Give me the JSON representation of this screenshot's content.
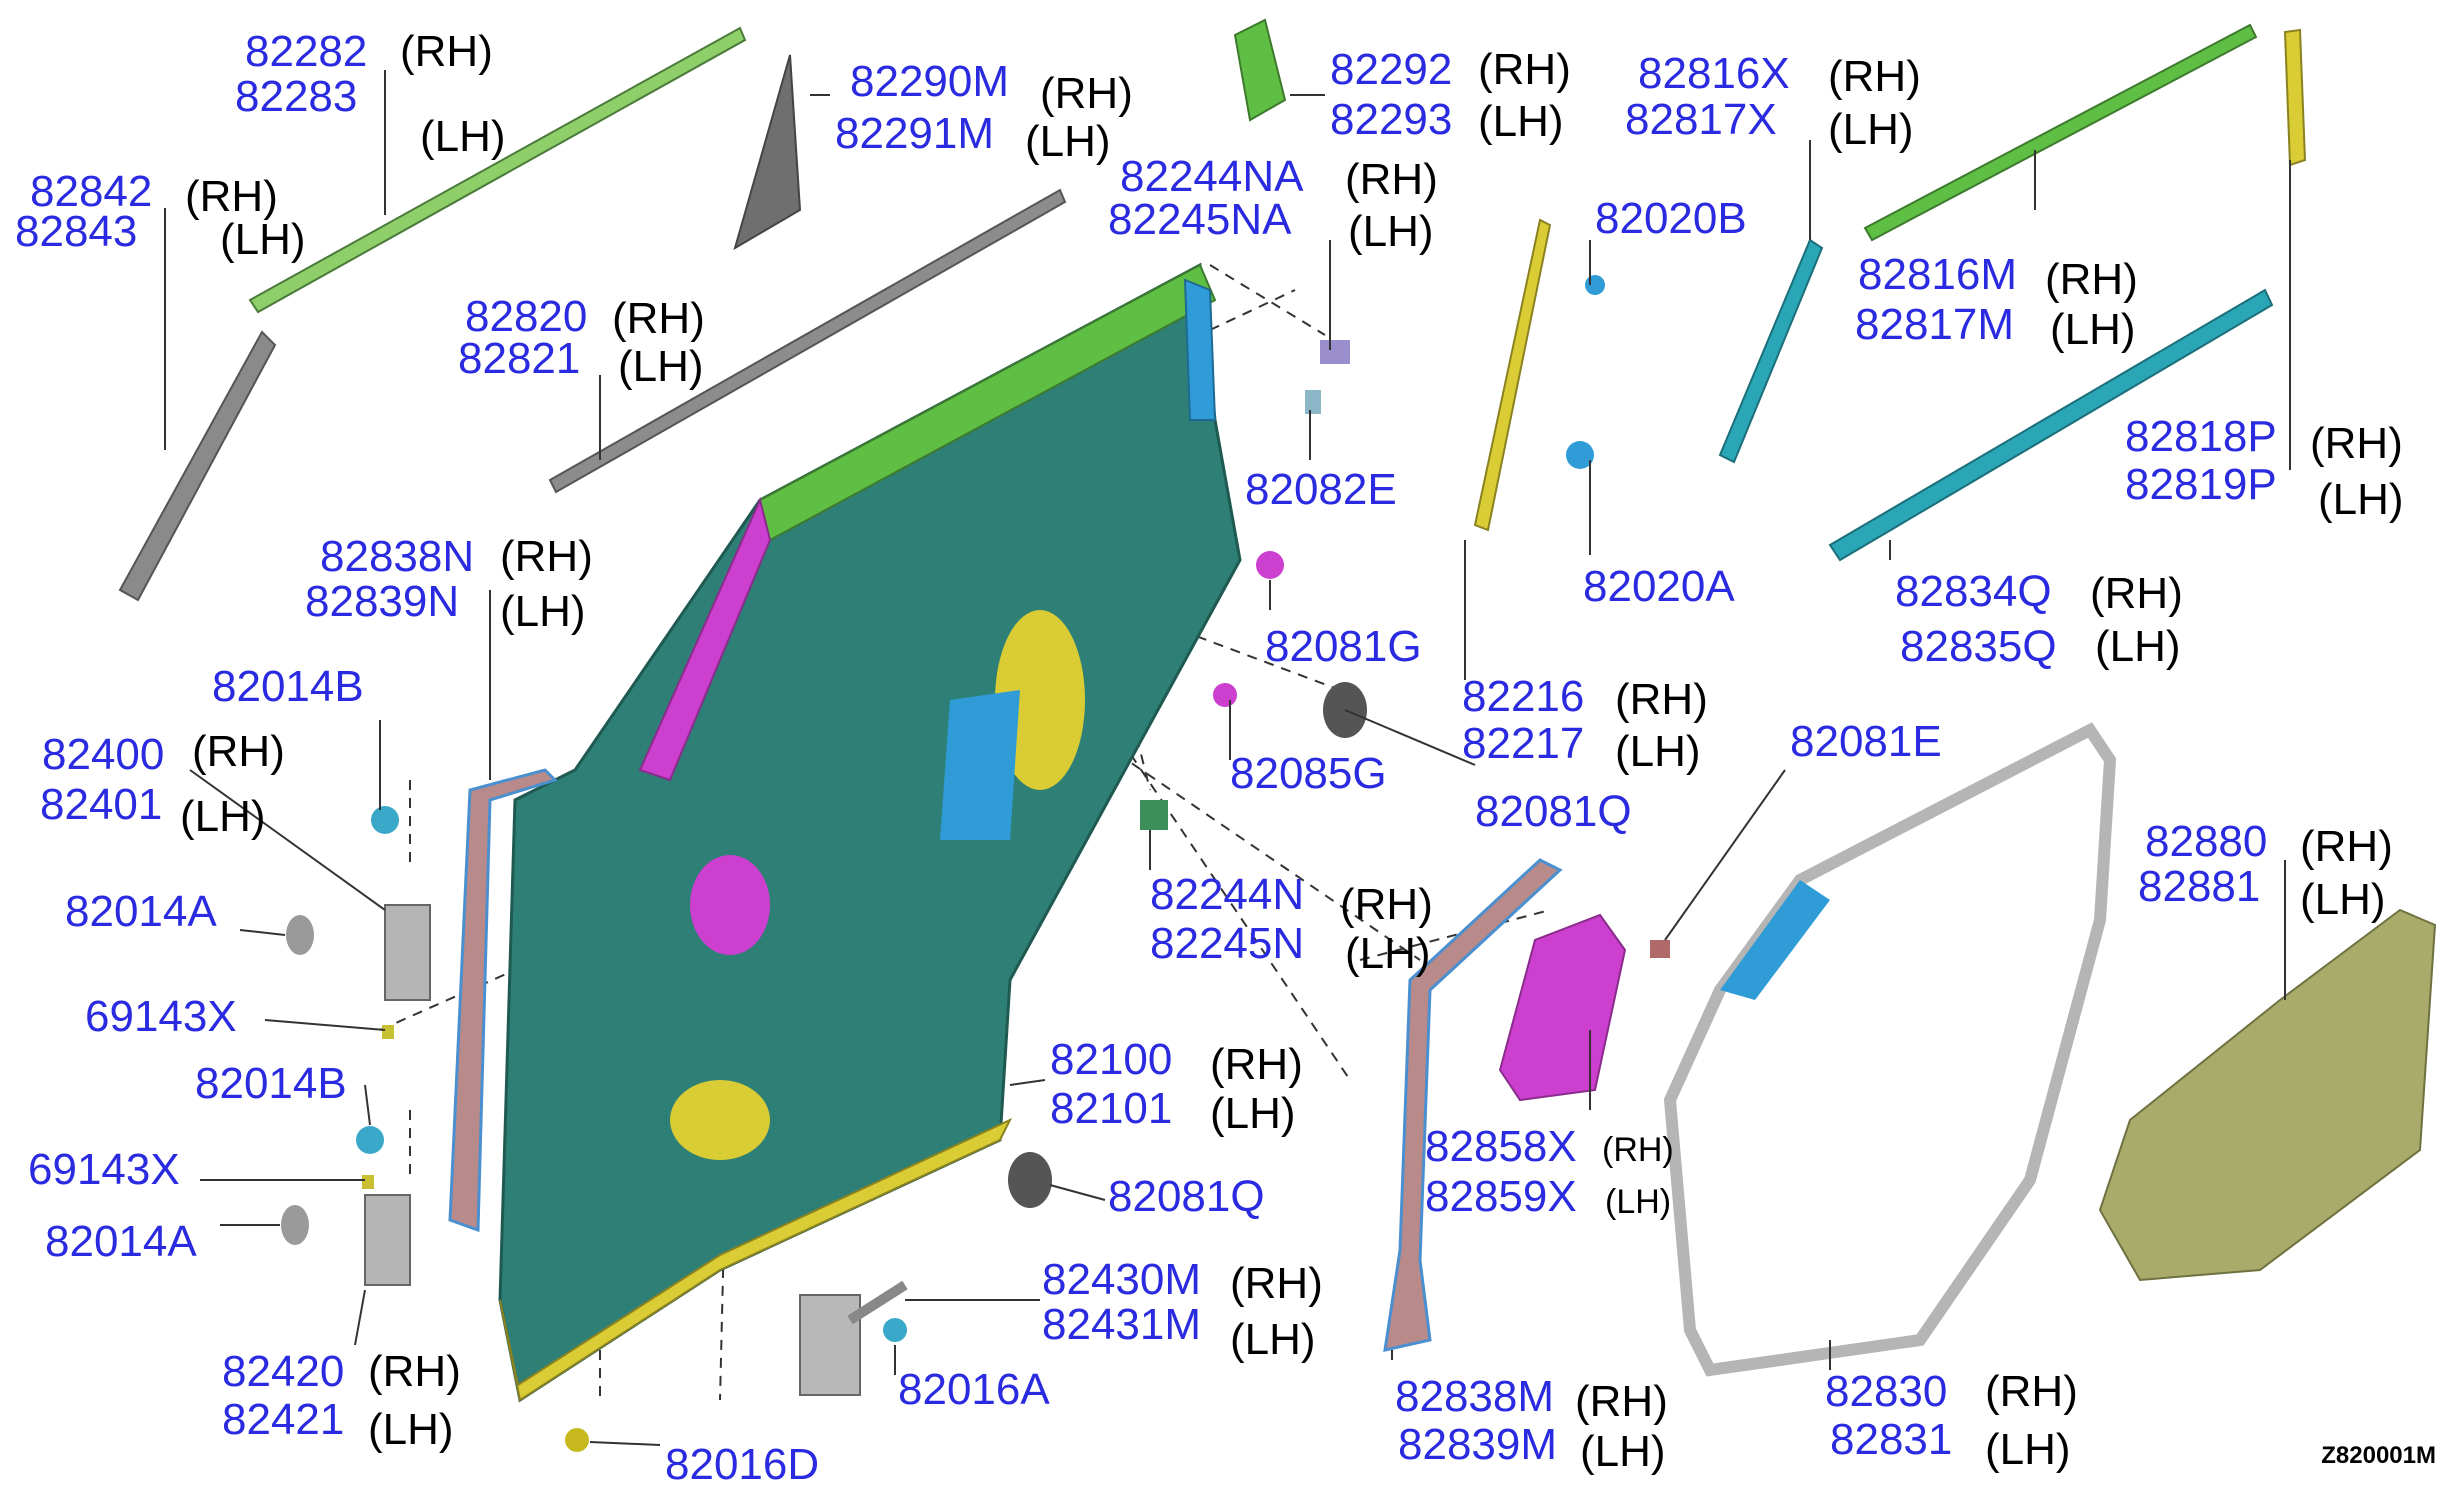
{
  "diagram": {
    "drawing_code": "Z820001M",
    "colors": {
      "part_number": "#2a2ae0",
      "door_panel": "#2e7f75",
      "trim_green": "#5fbf45",
      "magenta": "#cc3fcf",
      "yellow": "#d9cc35",
      "blue": "#2f9cd8",
      "gray": "#9a9a9a"
    },
    "labels": [
      {
        "number": "82282",
        "side": "(RH)"
      },
      {
        "number": "82283",
        "side": "(LH)"
      },
      {
        "number": "82842",
        "side": "(RH)"
      },
      {
        "number": "82843",
        "side": "(LH)"
      },
      {
        "number": "82290M",
        "side": "(RH)"
      },
      {
        "number": "82291M",
        "side": "(LH)"
      },
      {
        "number": "82292",
        "side": "(RH)"
      },
      {
        "number": "82293",
        "side": "(LH)"
      },
      {
        "number": "82244NA",
        "side": "(RH)"
      },
      {
        "number": "82245NA",
        "side": "(LH)"
      },
      {
        "number": "82816X",
        "side": "(RH)"
      },
      {
        "number": "82817X",
        "side": "(LH)"
      },
      {
        "number": "82020B",
        "side": ""
      },
      {
        "number": "82820",
        "side": "(RH)"
      },
      {
        "number": "82821",
        "side": "(LH)"
      },
      {
        "number": "82816M",
        "side": "(RH)"
      },
      {
        "number": "82817M",
        "side": "(LH)"
      },
      {
        "number": "82082E",
        "side": ""
      },
      {
        "number": "82818P",
        "side": "(RH)"
      },
      {
        "number": "82819P",
        "side": "(LH)"
      },
      {
        "number": "82838N",
        "side": "(RH)"
      },
      {
        "number": "82839N",
        "side": "(LH)"
      },
      {
        "number": "82020A",
        "side": ""
      },
      {
        "number": "82834Q",
        "side": "(RH)"
      },
      {
        "number": "82835Q",
        "side": "(LH)"
      },
      {
        "number": "82081G",
        "side": ""
      },
      {
        "number": "82014B",
        "side": ""
      },
      {
        "number": "82216",
        "side": "(RH)"
      },
      {
        "number": "82217",
        "side": "(LH)"
      },
      {
        "number": "82400",
        "side": "(RH)"
      },
      {
        "number": "82401",
        "side": "(LH)"
      },
      {
        "number": "82081E",
        "side": ""
      },
      {
        "number": "82085G",
        "side": ""
      },
      {
        "number": "82081Q",
        "side": ""
      },
      {
        "number": "82880",
        "side": "(RH)"
      },
      {
        "number": "82881",
        "side": "(LH)"
      },
      {
        "number": "82244N",
        "side": "(RH)"
      },
      {
        "number": "82245N",
        "side": "(LH)"
      },
      {
        "number": "82014A",
        "side": ""
      },
      {
        "number": "69143X",
        "side": ""
      },
      {
        "number": "82100",
        "side": "(RH)"
      },
      {
        "number": "82101",
        "side": "(LH)"
      },
      {
        "number": "82014B",
        "side": ""
      },
      {
        "number": "82858X",
        "side": "(RH)"
      },
      {
        "number": "82859X",
        "side": "(LH)"
      },
      {
        "number": "69143X",
        "side": ""
      },
      {
        "number": "82081Q",
        "side": ""
      },
      {
        "number": "82014A",
        "side": ""
      },
      {
        "number": "82430M",
        "side": "(RH)"
      },
      {
        "number": "82431M",
        "side": "(LH)"
      },
      {
        "number": "82420",
        "side": "(RH)"
      },
      {
        "number": "82421",
        "side": "(LH)"
      },
      {
        "number": "82016A",
        "side": ""
      },
      {
        "number": "82838M",
        "side": "(RH)"
      },
      {
        "number": "82839M",
        "side": "(LH)"
      },
      {
        "number": "82830",
        "side": "(RH)"
      },
      {
        "number": "82831",
        "side": "(LH)"
      },
      {
        "number": "82016D",
        "side": ""
      }
    ]
  }
}
